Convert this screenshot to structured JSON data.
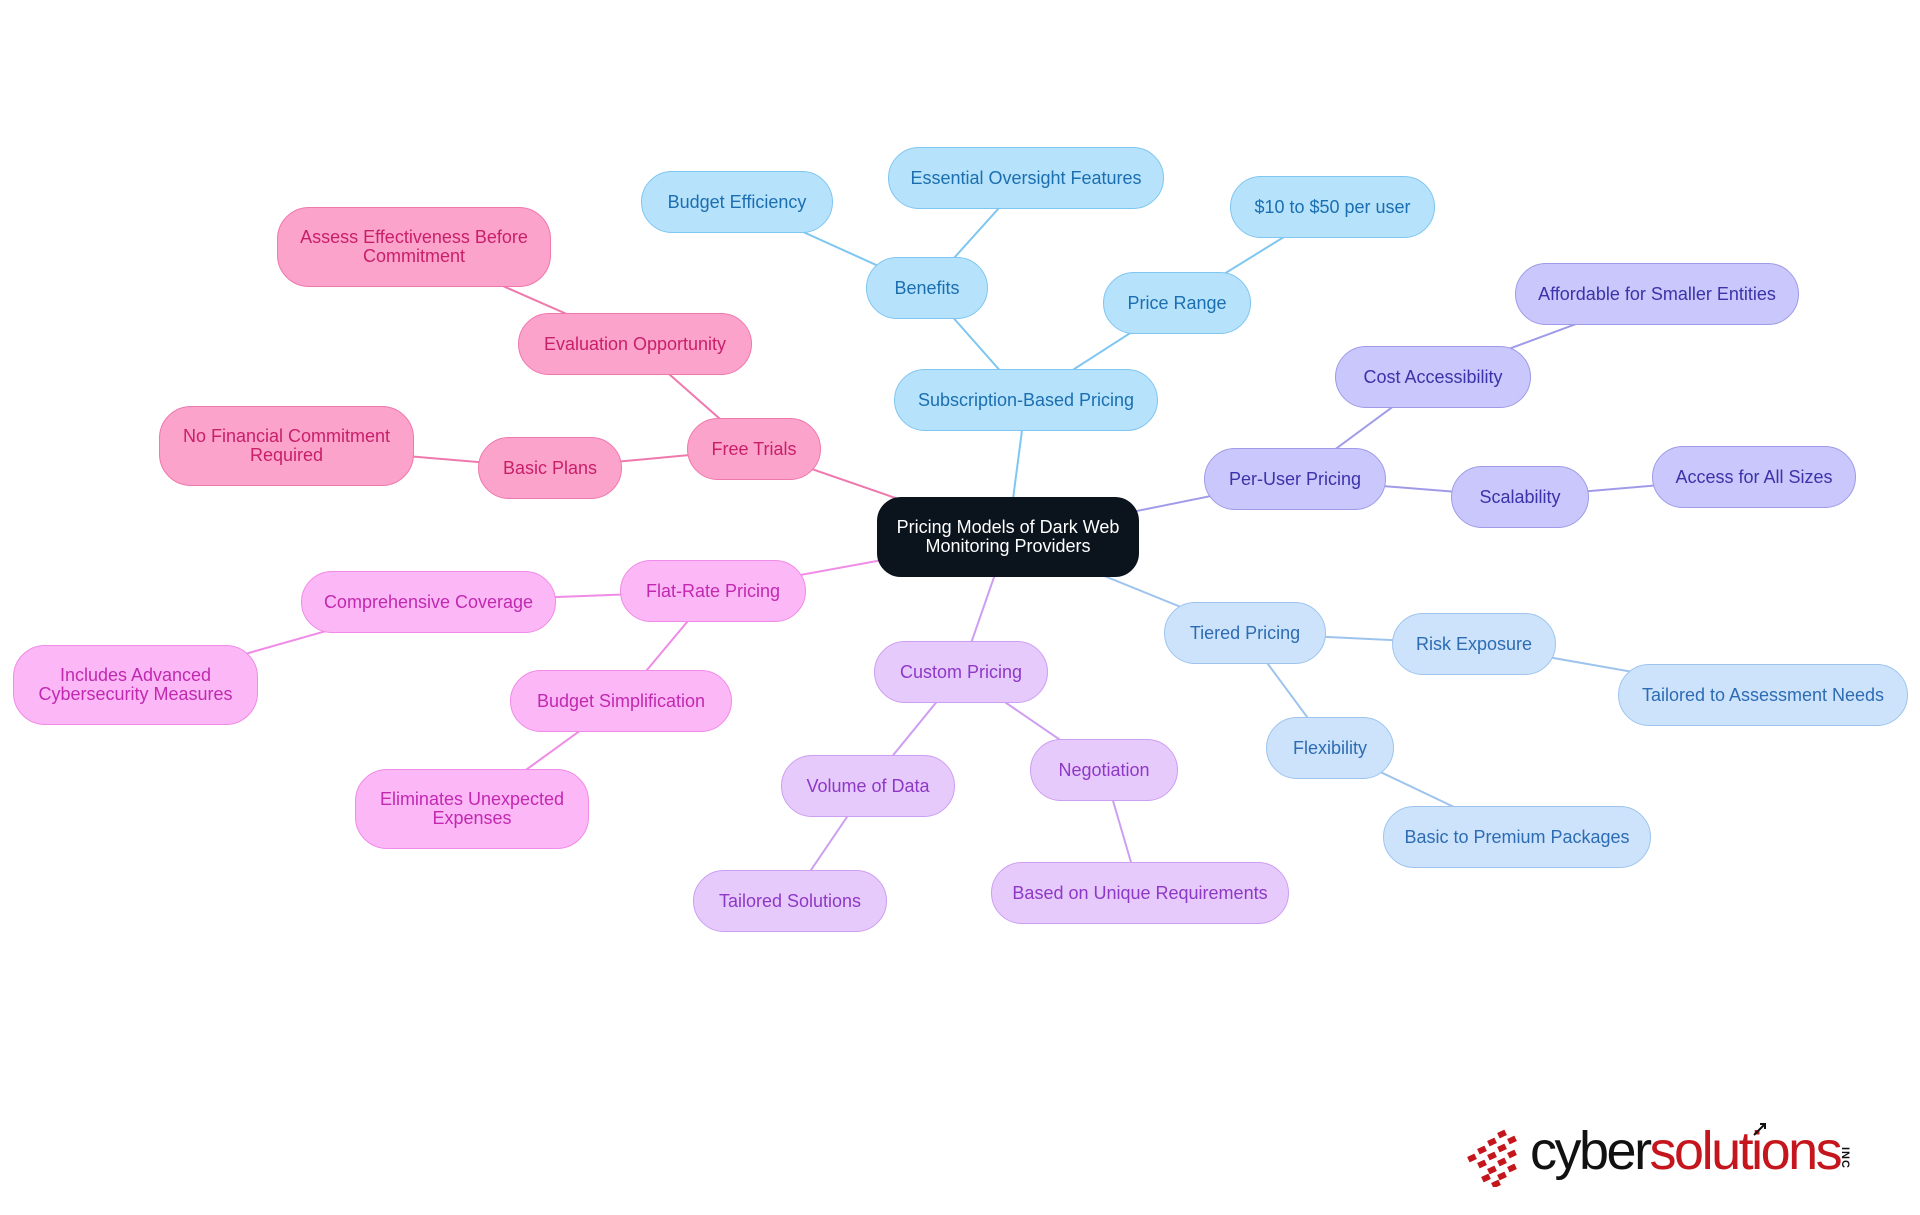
{
  "mindmap": {
    "root": {
      "text": "Pricing Models of Dark Web Monitoring Providers"
    },
    "nodes": [
      {
        "id": "subscription",
        "text": "Subscription-Based Pricing",
        "parent": "root"
      },
      {
        "id": "benefits",
        "text": "Benefits",
        "parent": "subscription"
      },
      {
        "id": "budget-eff",
        "text": "Budget Efficiency",
        "parent": "benefits"
      },
      {
        "id": "essential",
        "text": "Essential Oversight Features",
        "parent": "benefits"
      },
      {
        "id": "price-range",
        "text": "Price Range",
        "parent": "subscription"
      },
      {
        "id": "ten-fifty",
        "text": "$10 to $50 per user",
        "parent": "price-range"
      },
      {
        "id": "per-user",
        "text": "Per-User Pricing",
        "parent": "root"
      },
      {
        "id": "cost-acc",
        "text": "Cost Accessibility",
        "parent": "per-user"
      },
      {
        "id": "affordable",
        "text": "Affordable for Smaller Entities",
        "parent": "cost-acc"
      },
      {
        "id": "scalability",
        "text": "Scalability",
        "parent": "per-user"
      },
      {
        "id": "all-sizes",
        "text": "Access for All Sizes",
        "parent": "scalability"
      },
      {
        "id": "tiered",
        "text": "Tiered Pricing",
        "parent": "root"
      },
      {
        "id": "risk",
        "text": "Risk Exposure",
        "parent": "tiered"
      },
      {
        "id": "tailored-assess",
        "text": "Tailored to Assessment Needs",
        "parent": "risk"
      },
      {
        "id": "flexibility",
        "text": "Flexibility",
        "parent": "tiered"
      },
      {
        "id": "basic-premium",
        "text": "Basic to Premium Packages",
        "parent": "flexibility"
      },
      {
        "id": "custom",
        "text": "Custom Pricing",
        "parent": "root"
      },
      {
        "id": "volume",
        "text": "Volume of Data",
        "parent": "custom"
      },
      {
        "id": "tailored-sol",
        "text": "Tailored Solutions",
        "parent": "volume"
      },
      {
        "id": "negotiation",
        "text": "Negotiation",
        "parent": "custom"
      },
      {
        "id": "unique",
        "text": "Based on Unique Requirements",
        "parent": "negotiation"
      },
      {
        "id": "flat",
        "text": "Flat-Rate Pricing",
        "parent": "root"
      },
      {
        "id": "comprehensive",
        "text": "Comprehensive Coverage",
        "parent": "flat"
      },
      {
        "id": "advanced",
        "text": "Includes Advanced Cybersecurity Measures",
        "parent": "comprehensive"
      },
      {
        "id": "budget-simp",
        "text": "Budget Simplification",
        "parent": "flat"
      },
      {
        "id": "eliminates",
        "text": "Eliminates Unexpected Expenses",
        "parent": "budget-simp"
      },
      {
        "id": "free",
        "text": "Free Trials",
        "parent": "root"
      },
      {
        "id": "evaluation",
        "text": "Evaluation Opportunity",
        "parent": "free"
      },
      {
        "id": "assess",
        "text": "Assess Effectiveness Before Commitment",
        "parent": "evaluation"
      },
      {
        "id": "basic-plans",
        "text": "Basic Plans",
        "parent": "free"
      },
      {
        "id": "no-fin",
        "text": "No Financial Commitment Required",
        "parent": "basic-plans"
      }
    ],
    "colors": {
      "root": "#0b131c",
      "subscription": "#7fc6f1",
      "per-user": "#9f9be8",
      "tiered": "#9ec4ee",
      "custom": "#cd9ef2",
      "flat": "#f08be6",
      "free": "#ef78ad"
    }
  },
  "logo": {
    "brand_part1": "cyber",
    "brand_part2": "solutions",
    "suffix": "INC",
    "color_red": "#c4161c",
    "color_dark": "#111111"
  }
}
